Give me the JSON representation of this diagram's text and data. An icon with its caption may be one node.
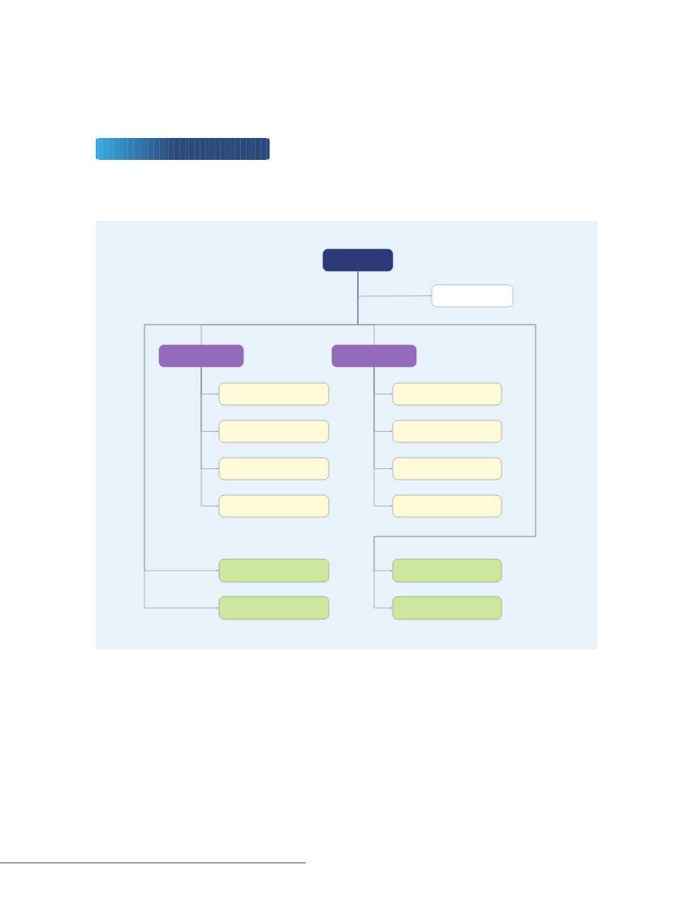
{
  "diagram": {
    "nodes": [
      {
        "text": [],
        "shape": "box"
      },
      {
        "text": [],
        "shape": "box"
      },
      {
        "text": [],
        "shape": "box"
      },
      {
        "text": [],
        "shape": "box"
      },
      {
        "text": [],
        "shape": "box"
      },
      {
        "text": [],
        "shape": "box"
      },
      {
        "text": [],
        "shape": "box"
      },
      {
        "text": [],
        "shape": "box"
      },
      {
        "text": [],
        "shape": "box"
      },
      {
        "text": [],
        "shape": "box"
      },
      {
        "text": [],
        "shape": "box"
      },
      {
        "text": [],
        "shape": "box"
      },
      {
        "text": [],
        "shape": "box"
      },
      {
        "text": [],
        "shape": "box"
      },
      {
        "text": [],
        "shape": "box"
      },
      {
        "text": [],
        "shape": "box"
      }
    ],
    "edges": [
      {
        "from": 0,
        "to": 1,
        "arrow": "to"
      },
      {
        "from": 0,
        "to": 2,
        "arrow": "none"
      },
      {
        "from": 0,
        "to": 3,
        "arrow": "none"
      },
      {
        "from": 2,
        "to": 4,
        "arrow": "to"
      },
      {
        "from": 2,
        "to": 5,
        "arrow": "to"
      },
      {
        "from": 2,
        "to": 6,
        "arrow": "to"
      },
      {
        "from": 2,
        "to": 7,
        "arrow": "to"
      },
      {
        "from": 3,
        "to": 8,
        "arrow": "to"
      },
      {
        "from": 3,
        "to": 9,
        "arrow": "to"
      },
      {
        "from": 3,
        "to": 10,
        "arrow": "to"
      },
      {
        "from": 3,
        "to": 11,
        "arrow": "to"
      },
      {
        "from": 0,
        "to": 12,
        "arrow": "to"
      },
      {
        "from": 0,
        "to": 13,
        "arrow": "to"
      },
      {
        "from": 0,
        "to": 14,
        "arrow": "to"
      },
      {
        "from": 0,
        "to": 15,
        "arrow": "to"
      }
    ]
  }
}
